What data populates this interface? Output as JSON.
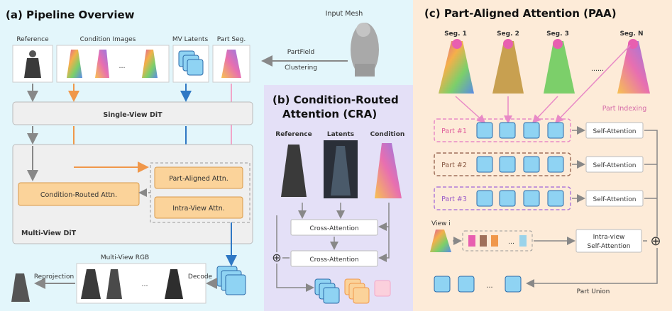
{
  "panel_a": {
    "title": "(a) Pipeline Overview",
    "input_mesh": "Input Mesh",
    "reference": "Reference",
    "condition_images": "Condition Images",
    "mv_latents": "MV Latents",
    "part_seg": "Part Seg.",
    "partfield": "PartField",
    "clustering": "Clustering",
    "single_view_dit": "Single-View DiT",
    "condition_routed": "Condition-Routed Attn.",
    "part_aligned": "Part-Aligned Attn.",
    "intra_view": "Intra-View Attn.",
    "multi_view_dit": "Multi-View DiT",
    "multi_view_rgb": "Multi-View RGB",
    "reprojection": "Reprojection",
    "decode": "Decode",
    "ellipsis": "..."
  },
  "panel_b": {
    "title_line1": "(b) Condition-Routed",
    "title_line2": "Attention (CRA)",
    "reference": "Reference",
    "latents": "Latents",
    "condition": "Condition",
    "cross_attention_1": "Cross-Attention",
    "cross_attention_2": "Cross-Attention",
    "plus": "⊕"
  },
  "panel_c": {
    "title": "(c) Part-Aligned Attention (PAA)",
    "seg1": "Seg. 1",
    "seg2": "Seg. 2",
    "seg3": "Seg. 3",
    "segN": "Seg. N",
    "dots": "......",
    "part_indexing": "Part Indexing",
    "part1": "Part #1",
    "part2": "Part #2",
    "part3": "Part #3",
    "self_attention_1": "Self-Attention",
    "self_attention_2": "Self-Attention",
    "self_attention_3": "Self-Attention",
    "view_i": "View i",
    "intra_view_line1": "Intra-view",
    "intra_view_line2": "Self-Attention",
    "part_union": "Part Union",
    "ellipsis": "...",
    "plus": "⊕"
  },
  "colors": {
    "panel_a_bg": "#e3f6fb",
    "panel_b_bg": "#e4e0f7",
    "panel_c_bg": "#fdebd8",
    "orange_box": "#fbd39a",
    "blue_tile": "#8fd3f3",
    "blue_stroke": "#2b6aa8",
    "arrow_orange": "#f0974a",
    "arrow_blue": "#2f78c4",
    "arrow_pink": "#f2a6c8",
    "arrow_gray": "#888888",
    "part1": "#e889c6",
    "part2": "#a0705a",
    "part3": "#b07ad8"
  }
}
